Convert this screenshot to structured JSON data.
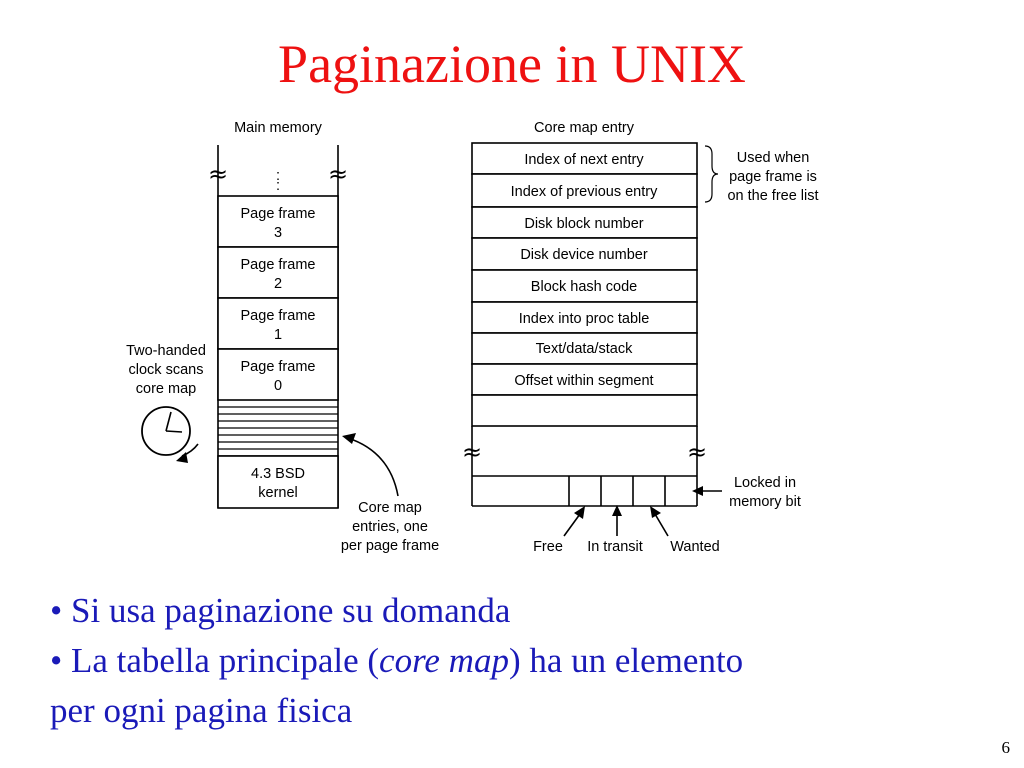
{
  "title": "Paginazione in UNIX",
  "diagram": {
    "main_memory": {
      "label": "Main memory",
      "ellipsis": ":",
      "frames": [
        {
          "line1": "Page frame",
          "line2": "3"
        },
        {
          "line1": "Page frame",
          "line2": "2"
        },
        {
          "line1": "Page frame",
          "line2": "1"
        },
        {
          "line1": "Page frame",
          "line2": "0"
        }
      ],
      "kernel": {
        "line1": "4.3 BSD",
        "line2": "kernel"
      }
    },
    "clock_label": [
      "Two-handed",
      "clock scans",
      "core map"
    ],
    "core_map_label": [
      "Core map",
      "entries, one",
      "per page frame"
    ],
    "core_map_entry": {
      "label": "Core map entry",
      "fields": [
        "Index of next entry",
        "Index of previous entry",
        "Disk block number",
        "Disk device number",
        "Block hash code",
        "Index into proc table",
        "Text/data/stack",
        "Offset within segment"
      ],
      "bits": [
        "Free",
        "In transit",
        "Wanted"
      ],
      "locked_label": [
        "Locked in",
        "memory bit"
      ]
    },
    "free_list_label": [
      "Used when",
      "page frame is",
      "on the free list"
    ],
    "wave_symbol": "≈"
  },
  "bullets": {
    "b1": "• Si usa paginazione su domanda",
    "b2_pre": "• La tabella principale (",
    "b2_em": "core map",
    "b2_post": ") ha  un elemento",
    "b2_cont": "per ogni pagina fisica"
  },
  "page_number": "6"
}
